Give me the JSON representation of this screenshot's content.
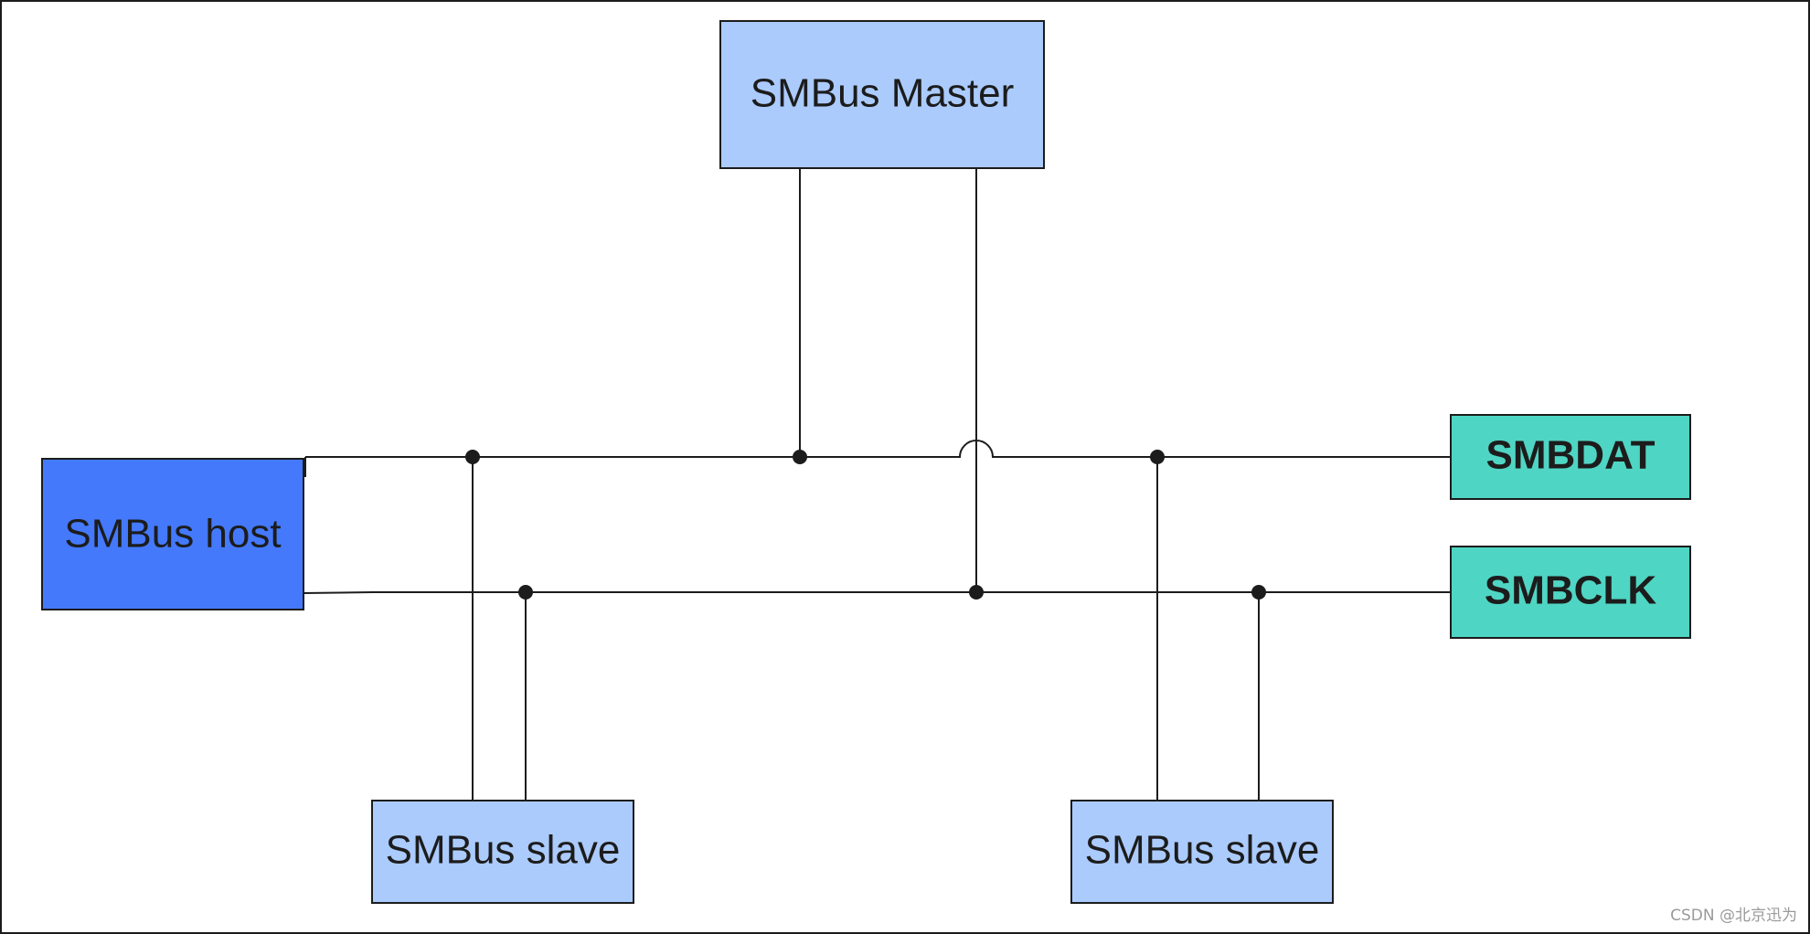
{
  "nodes": {
    "master": {
      "label": "SMBus Master"
    },
    "host": {
      "label": "SMBus host"
    },
    "slave_left": {
      "label": "SMBus slave"
    },
    "slave_right": {
      "label": "SMBus slave"
    },
    "smbdat": {
      "label": "SMBDAT"
    },
    "smbclk": {
      "label": "SMBCLK"
    }
  },
  "colors": {
    "light_blue": "#abcbfd",
    "host_blue": "#4479fb",
    "teal": "#4fd5c3",
    "line": "#1c1c1c"
  },
  "watermark": "CSDN @北京迅为"
}
